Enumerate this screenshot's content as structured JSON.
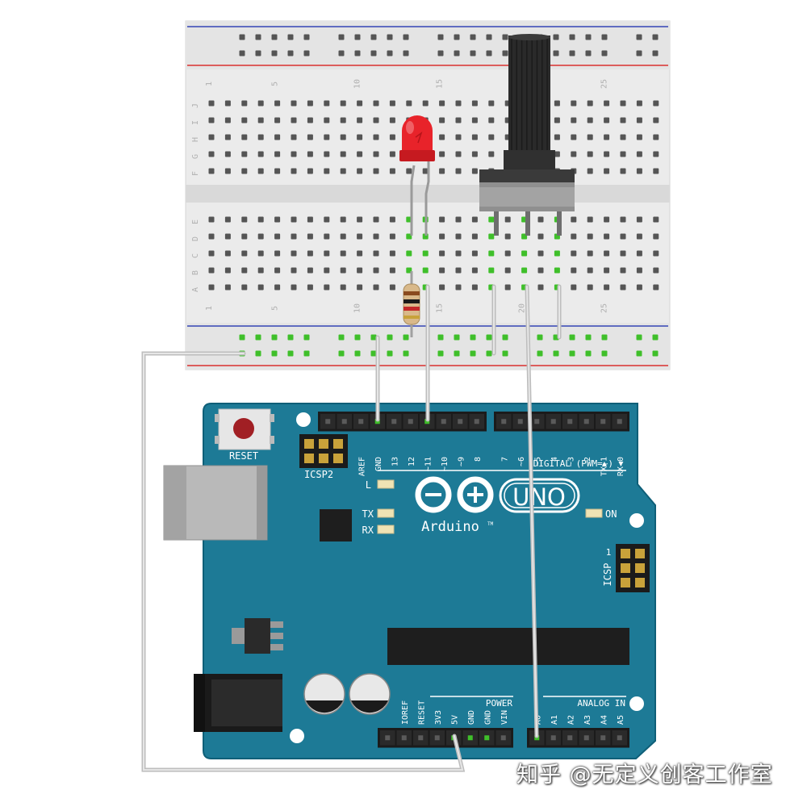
{
  "breadboard": {
    "top_numbers": [
      "1",
      "5",
      "10",
      "15",
      "20",
      "25"
    ],
    "bottom_numbers": [
      "1",
      "5",
      "10",
      "15",
      "20",
      "25"
    ],
    "row_letters_top": [
      "J",
      "I",
      "H",
      "G",
      "F"
    ],
    "row_letters_bottom": [
      "E",
      "D",
      "C",
      "B",
      "A"
    ]
  },
  "arduino": {
    "reset_label": "RESET",
    "icsp2_label": "ICSP2",
    "icsp_label": "ICSP",
    "icsp_pin1": "1",
    "led_l": "L",
    "led_tx": "TX",
    "led_rx": "RX",
    "on_label": "ON",
    "logo_text": "Arduino",
    "logo_tm": "TM",
    "model": "UNO",
    "digital_label": "DIGITAL (PWM=~)",
    "power_label": "POWER",
    "analog_label": "ANALOG IN",
    "digital_pins_left": [
      "AREF",
      "GND",
      "13",
      "12",
      "~11",
      "~10",
      "~9",
      "8"
    ],
    "digital_pins_right": [
      "7",
      "~6",
      "~5",
      "4",
      "~3",
      "2",
      "TX▶1",
      "RX◀0"
    ],
    "power_pins": [
      "IOREF",
      "RESET",
      "3V3",
      "5V",
      "GND",
      "GND",
      "VIN"
    ],
    "analog_pins": [
      "A0",
      "A1",
      "A2",
      "A3",
      "A4",
      "A5"
    ]
  },
  "watermark": "知乎 @无定义创客工作室",
  "colors": {
    "board": "#1d7a96",
    "board_edge": "#0f5f78",
    "breadboard": "#ebebeb",
    "rail_red": "#d9302f",
    "rail_blue": "#3445b5",
    "wire": "#c8c8c8",
    "led": "#e8232a",
    "hole_active": "#3fbf2a"
  }
}
